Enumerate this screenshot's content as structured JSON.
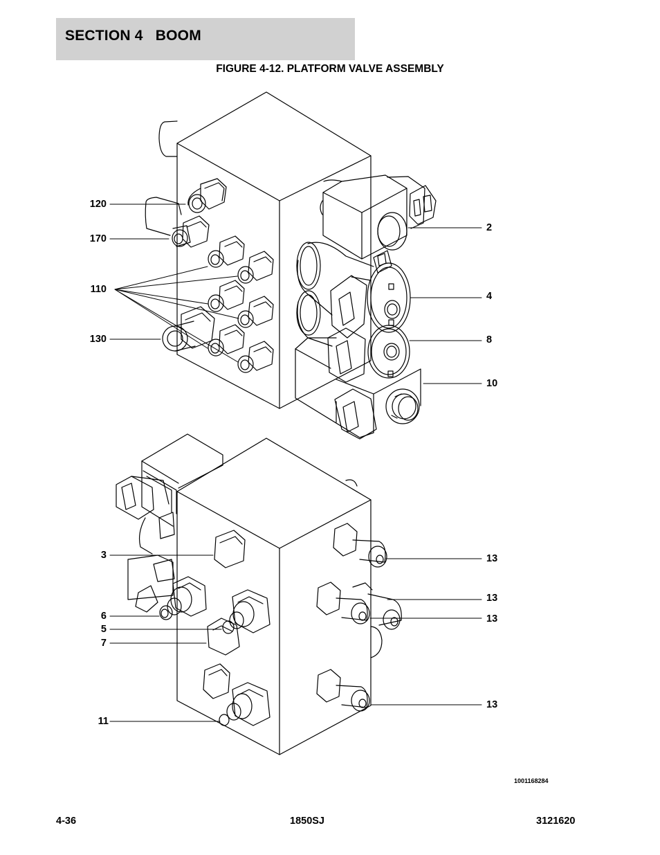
{
  "header": {
    "section_title": "SECTION 4   BOOM",
    "figure_title": "FIGURE 4-12. PLATFORM VALVE ASSEMBLY"
  },
  "callouts": {
    "top_left": [
      "120",
      "170",
      "110",
      "130"
    ],
    "top_right": [
      "2",
      "4",
      "8",
      "10"
    ],
    "bottom_left": [
      "3",
      "6",
      "5",
      "7",
      "11"
    ],
    "bottom_right": [
      "13",
      "13",
      "13",
      "13"
    ]
  },
  "drawing_number": "1001168284",
  "footer": {
    "page": "4-36",
    "model": "1850SJ",
    "manual_number": "3121620"
  }
}
